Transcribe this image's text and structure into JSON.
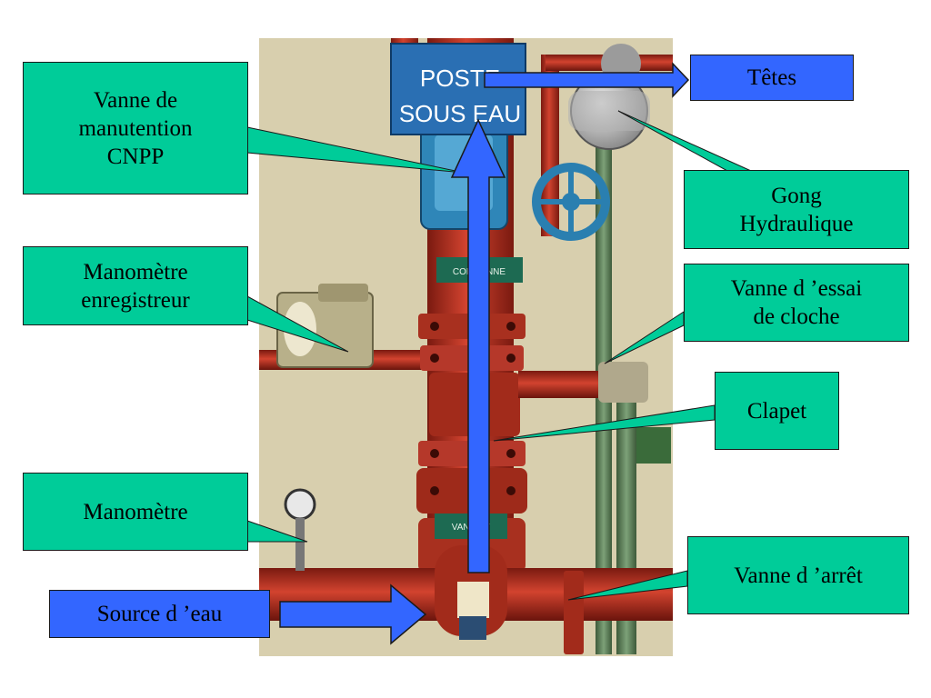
{
  "labels": {
    "vanne_manutention": "Vanne de\nmanutention\nCNPP",
    "manometre_enregistreur": "Manomètre\nenregistreur",
    "manometre": "Manomètre",
    "source_eau": "Source d ’eau",
    "tetes": "Têtes",
    "gong": "Gong\nHydraulique",
    "vanne_essai": "Vanne d ’essai\nde cloche",
    "clapet": "Clapet",
    "vanne_arret": "Vanne d ’arrêt"
  },
  "photo_signs": {
    "poste_line1": "POSTE",
    "poste_line2": "SOUS EAU",
    "control_plate": "CONT     ANNE",
    "vanne_plate": "VANNE   T"
  },
  "colors": {
    "label_green": "#00cc99",
    "label_blue": "#3366ff",
    "arrow_blue": "#3366ff",
    "pipe_red": "#c0392b",
    "wall_beige": "#d9cfb0"
  }
}
